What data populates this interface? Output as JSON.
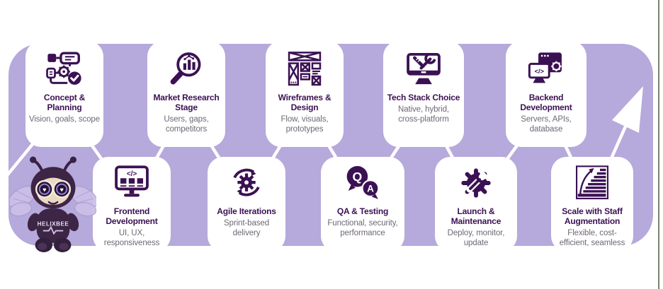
{
  "colors": {
    "panel_purple": "#b6a9db",
    "brand_dark_purple": "#3b1153",
    "subtitle_gray": "#6e6875",
    "card_white": "#ffffff",
    "flow_line_white": "#ffffff",
    "page_edge_line": "#5f6e58"
  },
  "process": {
    "top_row": [
      {
        "title": "Concept &\nPlanning",
        "subtitle": "Vision, goals, scope",
        "icon": "flowchart-check-icon"
      },
      {
        "title": "Market Research\nStage",
        "subtitle": "Users, gaps,\ncompetitors",
        "icon": "magnifier-chart-icon"
      },
      {
        "title": "Wireframes &\nDesign",
        "subtitle": "Flow, visuals,\nprototypes",
        "icon": "wireframe-grid-icon"
      },
      {
        "title": "Tech Stack Choice",
        "subtitle": "Native, hybrid,\ncross-platform",
        "icon": "monitor-tools-icon"
      },
      {
        "title": "Backend\nDevelopment",
        "subtitle": "Servers, APIs,\ndatabase",
        "icon": "browser-gear-code-icon"
      }
    ],
    "bottom_row": [
      {
        "title": "Frontend\nDevelopment",
        "subtitle": "UI, UX,\nresponsiveness",
        "icon": "code-monitor-icon"
      },
      {
        "title": "Agile Iterations",
        "subtitle": "Sprint-based\ndelivery",
        "icon": "gear-refresh-icon"
      },
      {
        "title": "QA & Testing",
        "subtitle": "Functional, security,\nperformance",
        "icon": "qa-speech-bubbles-icon"
      },
      {
        "title": "Launch &\nMaintenance",
        "subtitle": "Deploy, monitor,\nupdate",
        "icon": "gear-wrench-icon"
      },
      {
        "title": "Scale with Staff\nAugmentation",
        "subtitle": "Flexible, cost-\nefficient, seamless",
        "icon": "growth-stairs-icon"
      }
    ]
  },
  "icon_glyphs": {
    "code": "</>",
    "qa_q": "Q",
    "qa_a": "A"
  },
  "mascot": {
    "shirt_text": "HELIXBEE"
  }
}
